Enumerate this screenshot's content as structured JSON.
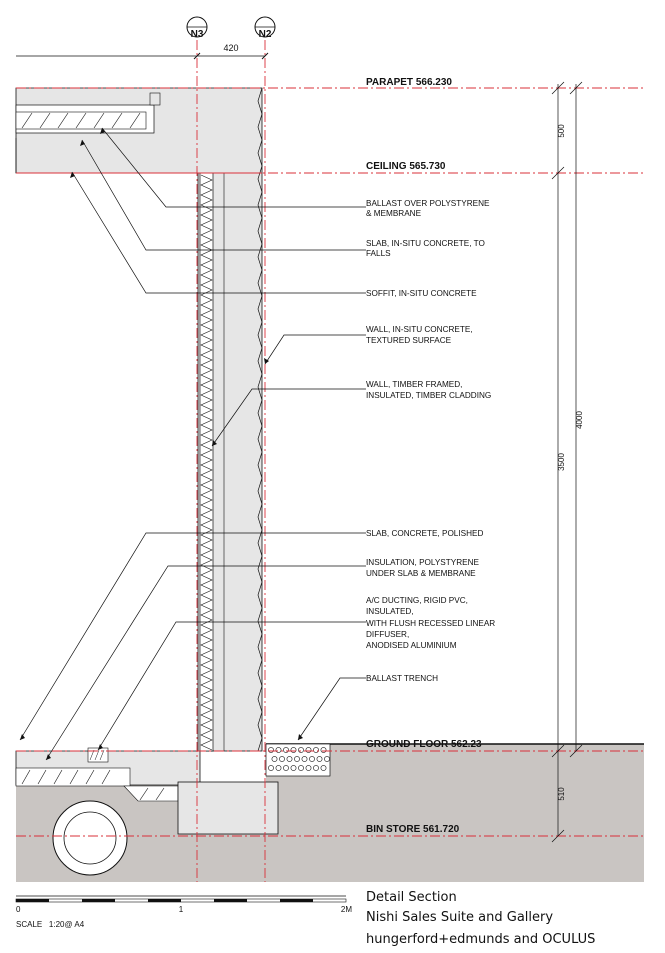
{
  "grid": {
    "left": "N3",
    "right": "N2",
    "span": "420"
  },
  "levels": {
    "parapet": "PARAPET 566.230",
    "ceiling": "CEILING 565.730",
    "ground": "GROUND FLOOR 562.23",
    "bin_store": "BIN STORE 561.720"
  },
  "dimensions": {
    "d500": "500",
    "d3500": "3500",
    "d4000": "4000",
    "d510": "510"
  },
  "labels": {
    "ballast": [
      "BALLAST OVER POLYSTYRENE",
      "& MEMBRANE"
    ],
    "slab_insitu": [
      "SLAB, IN-SITU CONCRETE, TO",
      "FALLS"
    ],
    "soffit": [
      "SOFFIT, IN-SITU CONCRETE"
    ],
    "wall_concrete": [
      "WALL, IN-SITU CONCRETE,",
      "TEXTURED SURFACE"
    ],
    "wall_timber": [
      "WALL, TIMBER FRAMED,",
      "INSULATED, TIMBER CLADDING"
    ],
    "slab_polished": [
      "SLAB, CONCRETE, POLISHED"
    ],
    "insulation": [
      "INSULATION, POLYSTYRENE",
      "UNDER SLAB & MEMBRANE"
    ],
    "ducting": [
      "A/C DUCTING, RIGID PVC,",
      "INSULATED,",
      "WITH FLUSH RECESSED LINEAR",
      "DIFFUSER,",
      "ANODISED ALUMINIUM"
    ],
    "trench": [
      "BALLAST TRENCH"
    ]
  },
  "scale_bar": {
    "t0": "0",
    "t1": "1",
    "t2": "2M",
    "note": "SCALE   1:20@ A4"
  },
  "title_block": {
    "line1": "Detail Section",
    "line2": "Nishi Sales Suite and Gallery",
    "line3": "hungerford+edmunds and OCULUS"
  },
  "colors": {
    "grid_line": "#d9303a",
    "concrete": "#e6e6e6",
    "ground": "#c9c5c2"
  }
}
